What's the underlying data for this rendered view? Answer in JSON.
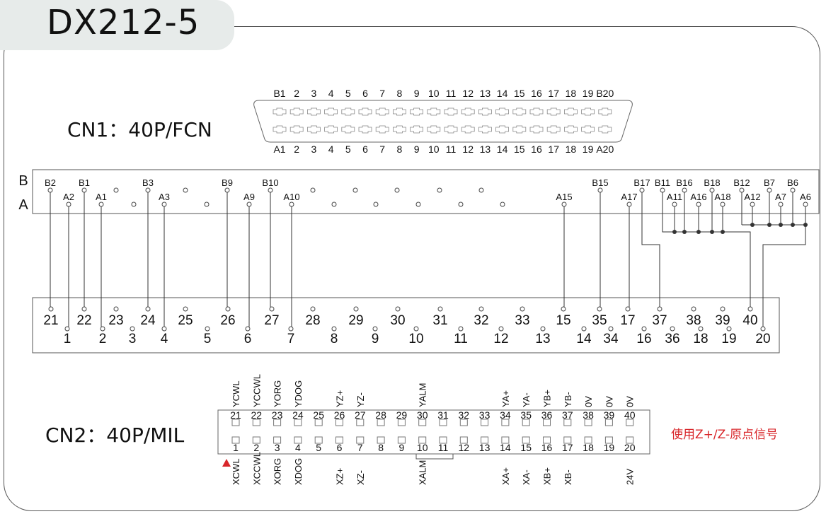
{
  "title": "DX212-5",
  "cn1": {
    "label": "CN1：40P/FCN",
    "top_labels": [
      "B1",
      "2",
      "3",
      "4",
      "5",
      "6",
      "7",
      "8",
      "9",
      "10",
      "11",
      "12",
      "13",
      "14",
      "15",
      "16",
      "17",
      "18",
      "19",
      "B20"
    ],
    "bottom_labels": [
      "A1",
      "2",
      "3",
      "4",
      "5",
      "6",
      "7",
      "8",
      "9",
      "10",
      "11",
      "12",
      "13",
      "14",
      "15",
      "16",
      "17",
      "18",
      "19",
      "A20"
    ]
  },
  "row_labels": {
    "b": "B",
    "a": "A"
  },
  "pin_board": {
    "b_pins": [
      "B2",
      "B1",
      "",
      "B3",
      "",
      "B9",
      "B10",
      "",
      "",
      "",
      "",
      "",
      "B15",
      "B17",
      "B11",
      "B16",
      "B18",
      "B12",
      "B7",
      "B6"
    ],
    "a_pins": [
      "A2",
      "A1",
      "",
      "A3",
      "",
      "A9",
      "A10",
      "",
      "",
      "",
      "",
      "",
      "A15",
      "A17",
      "A11",
      "A16",
      "A18",
      "A12",
      "A7",
      "A6"
    ]
  },
  "terminal_board": {
    "top_row": [
      "21",
      "22",
      "23",
      "24",
      "25",
      "26",
      "27",
      "28",
      "29",
      "30",
      "31",
      "32",
      "33",
      "15",
      "35",
      "17",
      "37",
      "38",
      "39",
      "40"
    ],
    "bottom_row": [
      "1",
      "2",
      "3",
      "4",
      "5",
      "6",
      "7",
      "8",
      "9",
      "10",
      "11",
      "12",
      "13",
      "14",
      "34",
      "16",
      "36",
      "18",
      "19",
      "20"
    ]
  },
  "connections": [
    [
      "B2",
      "21"
    ],
    [
      "A2",
      "1"
    ],
    [
      "B1",
      "22"
    ],
    [
      "A1",
      "2"
    ],
    [
      "B3",
      "24"
    ],
    [
      "A3",
      "4"
    ],
    [
      "B9",
      "26"
    ],
    [
      "A9",
      "6"
    ],
    [
      "B10",
      "27"
    ],
    [
      "A10",
      "7"
    ],
    [
      "A15",
      "15"
    ],
    [
      "B15",
      "35"
    ],
    [
      "A17",
      "17"
    ],
    [
      "B17",
      "37"
    ],
    [
      "B11",
      "40"
    ],
    [
      "A6",
      "20"
    ]
  ],
  "bus_groups": [
    [
      "B11",
      "A11",
      "B16",
      "A16",
      "B18",
      "A18"
    ],
    [
      "B12",
      "A12",
      "B7",
      "A7",
      "B6",
      "A6"
    ]
  ],
  "cn2": {
    "label": "CN2：40P/MIL",
    "top_numbers": [
      "21",
      "22",
      "23",
      "24",
      "25",
      "26",
      "27",
      "28",
      "29",
      "30",
      "31",
      "32",
      "33",
      "34",
      "35",
      "36",
      "37",
      "38",
      "39",
      "40"
    ],
    "bottom_numbers": [
      "1",
      "2",
      "3",
      "4",
      "5",
      "6",
      "7",
      "8",
      "9",
      "10",
      "11",
      "12",
      "13",
      "14",
      "15",
      "16",
      "17",
      "18",
      "19",
      "20"
    ],
    "top_signals": [
      "YCWL",
      "YCCWL",
      "YORG",
      "YDOG",
      "",
      "YZ+",
      "YZ-",
      "",
      "",
      "YALM",
      "",
      "",
      "",
      "YA+",
      "YA-",
      "YB+",
      "YB-",
      "0V",
      "0V",
      "0V"
    ],
    "bottom_signals": [
      "XCWL",
      "XCCWL",
      "XORG",
      "XDOG",
      "",
      "XZ+",
      "XZ-",
      "",
      "",
      "XALM",
      "",
      "",
      "",
      "XA+",
      "XA-",
      "XB+",
      "XB-",
      "",
      "",
      "24V"
    ]
  },
  "note": "使用Z+/Z-原点信号",
  "colors": {
    "line": "#333333",
    "accent": "#d8262a",
    "tab": "#e7ebea"
  }
}
